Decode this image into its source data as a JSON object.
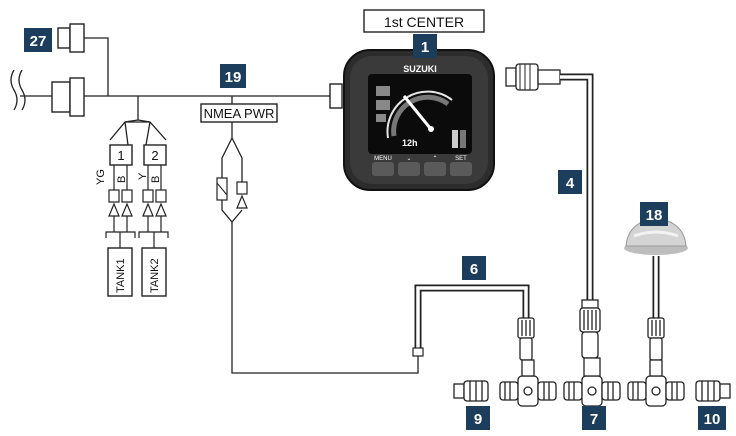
{
  "diagram": {
    "title": "1st CENTER",
    "nmea_power_label": "NMEA PWR",
    "badges": {
      "b1": "1",
      "b4": "4",
      "b6": "6",
      "b7": "7",
      "b9": "9",
      "b10": "10",
      "b18": "18",
      "b19": "19",
      "b27": "27"
    },
    "sender_ids": [
      "1",
      "2"
    ],
    "wire_colors": [
      "YG",
      "B",
      "Y",
      "B"
    ],
    "tanks": [
      "TANK1",
      "TANK2"
    ],
    "gauge": {
      "brand": "SUZUKI",
      "readout": "12h",
      "buttons": [
        "MENU",
        "⌄",
        "⌃",
        "SET"
      ]
    },
    "colors": {
      "badge": "#1c3d5c",
      "gauge_body": "#2a2a2a",
      "screen": "#0a0a0a",
      "line": "#222222"
    }
  }
}
